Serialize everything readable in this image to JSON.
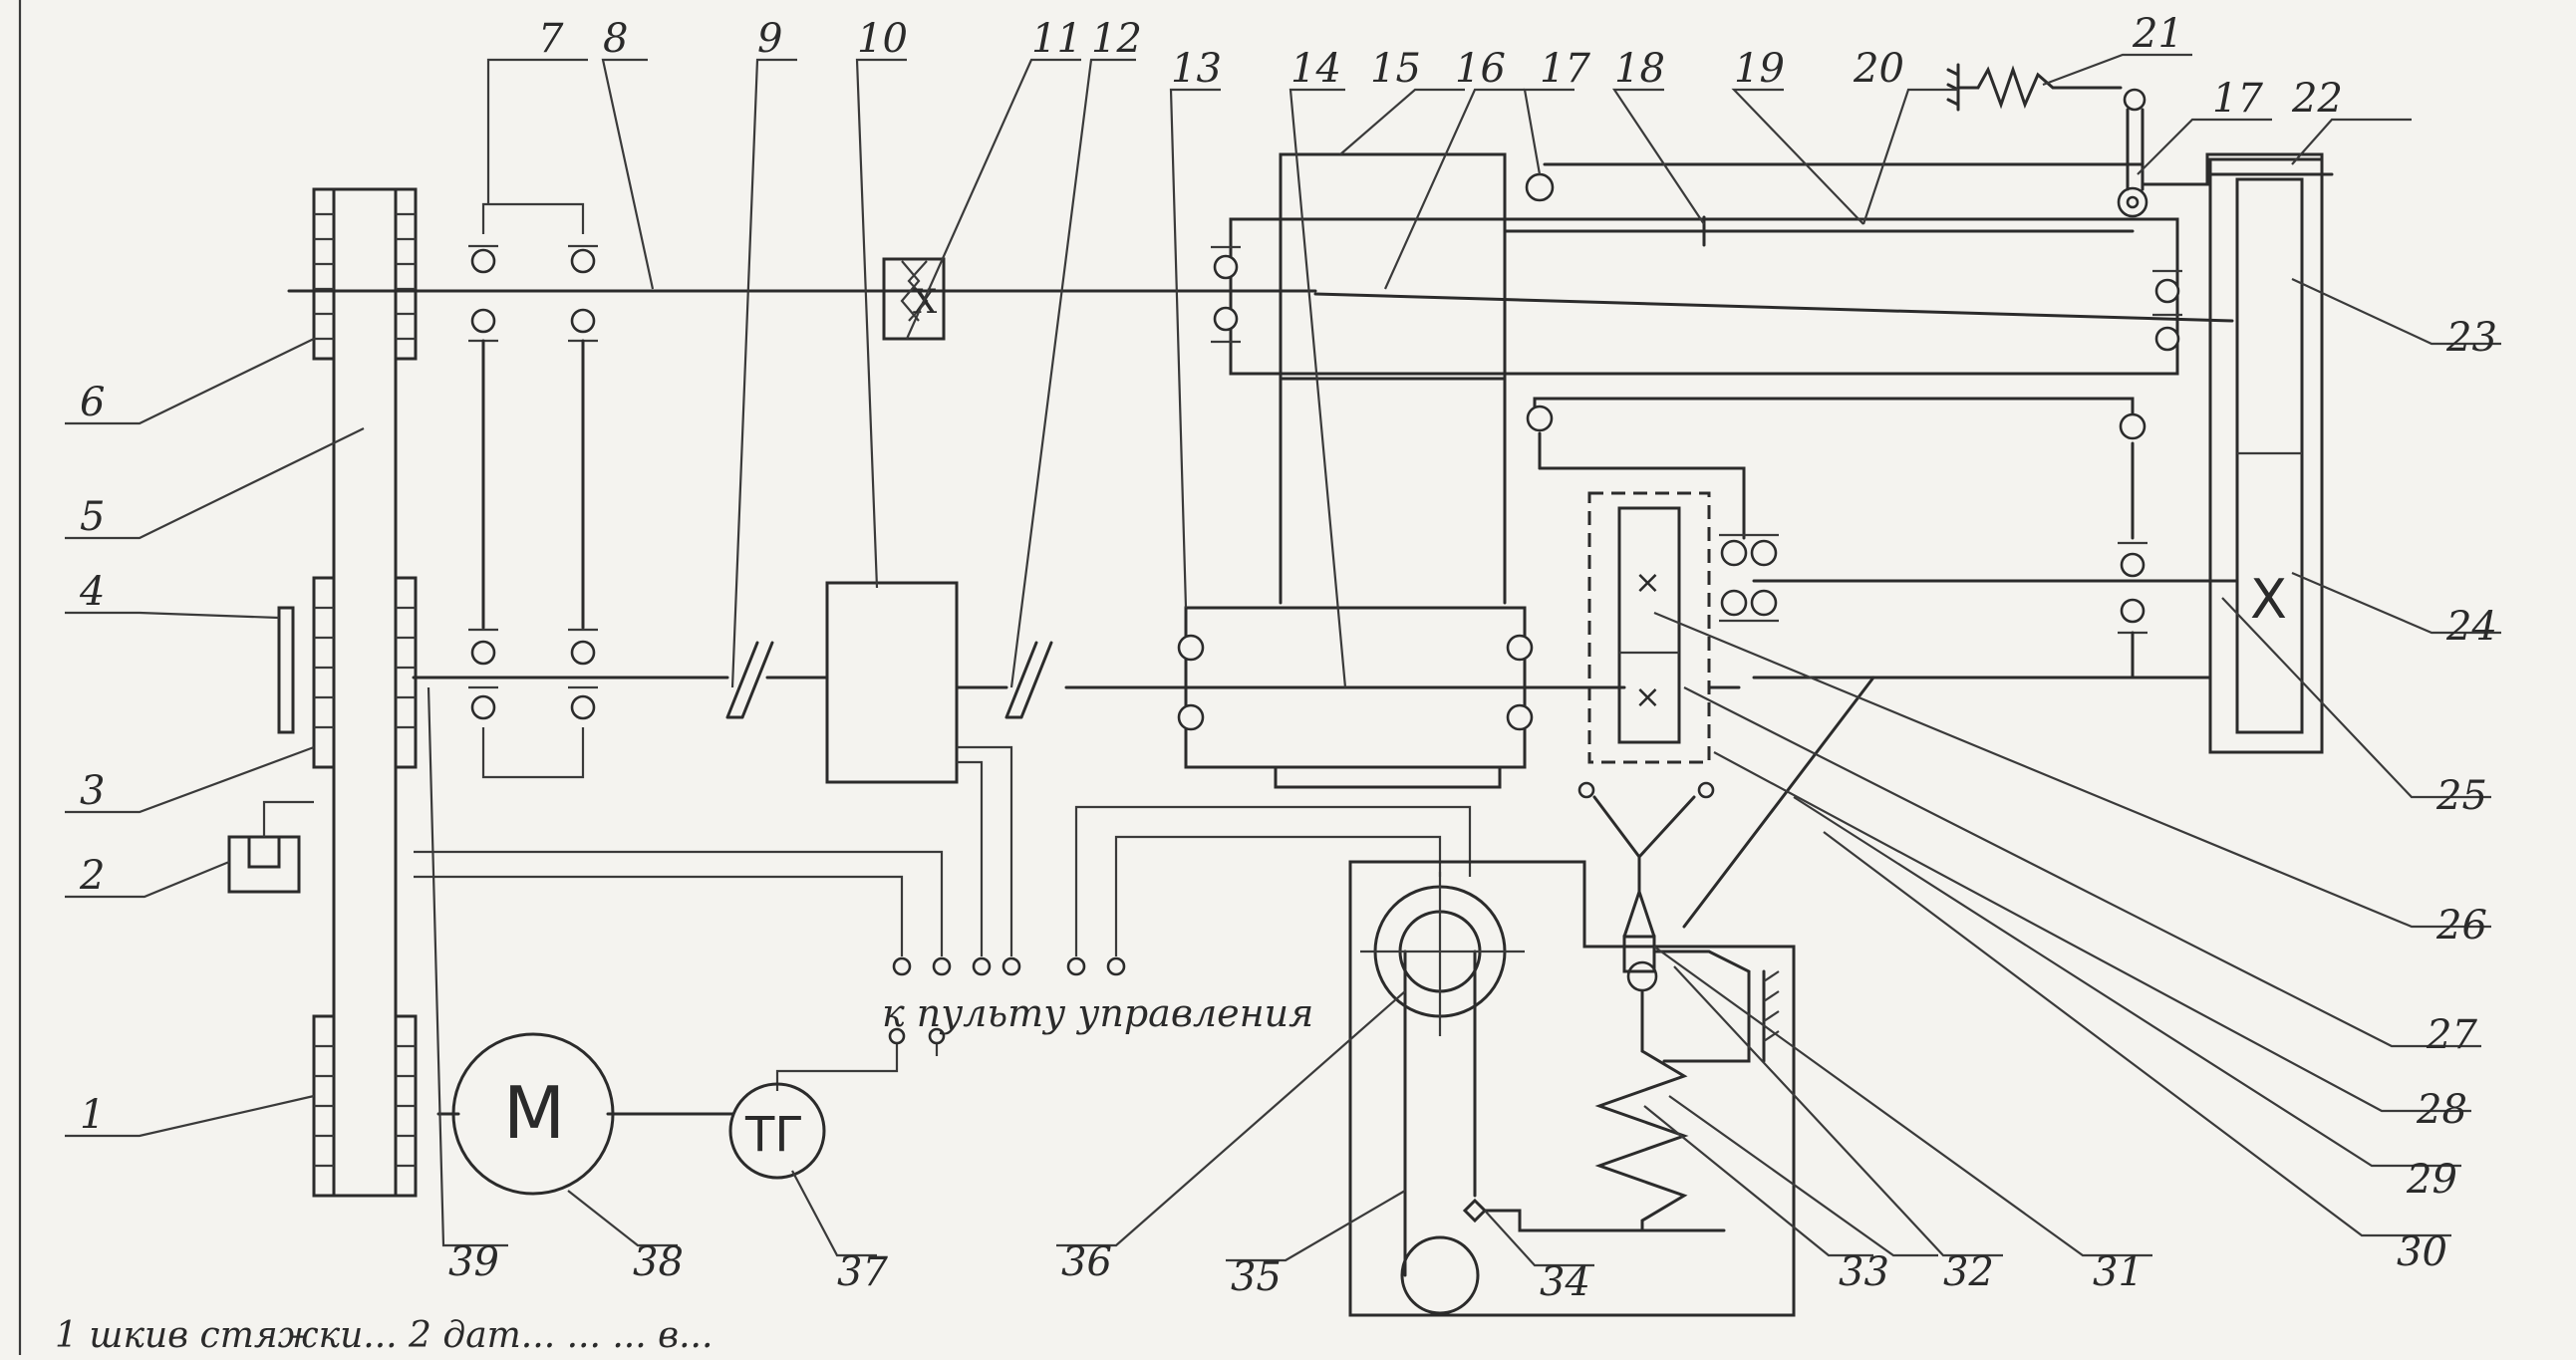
{
  "diagram": {
    "labels": [
      "1",
      "2",
      "3",
      "4",
      "5",
      "6",
      "7",
      "8",
      "9",
      "10",
      "11",
      "12",
      "13",
      "14",
      "15",
      "16",
      "17",
      "18",
      "19",
      "20",
      "21",
      "22",
      "23",
      "24",
      "25",
      "26",
      "27",
      "28",
      "29",
      "30",
      "31",
      "32",
      "33",
      "34",
      "35",
      "36",
      "37",
      "38",
      "39",
      "17"
    ],
    "control_panel_text": "к пульту управления",
    "motor_symbol": "М",
    "tachogenerator_symbol": "ТГ",
    "clutch_symbol": "X",
    "caption_text": "1 шкив стяжки...  2 дат... ... ... в..."
  }
}
